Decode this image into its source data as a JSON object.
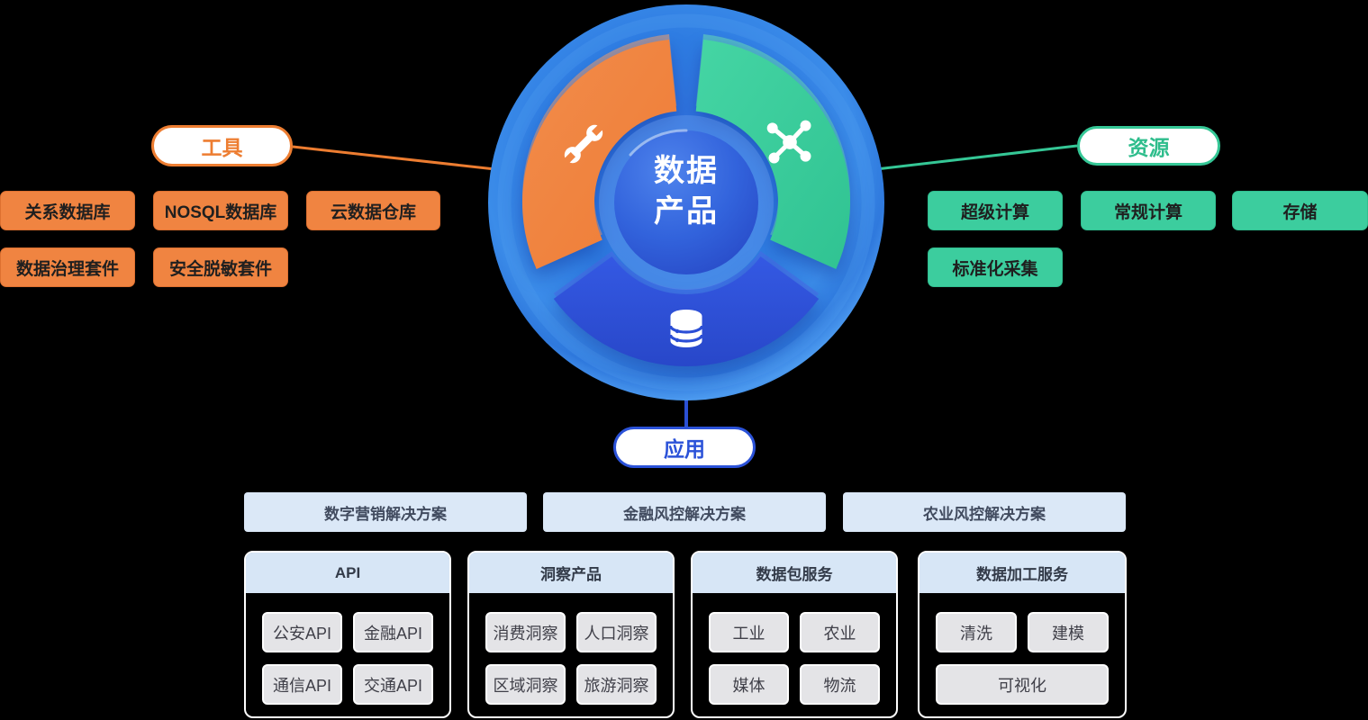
{
  "page": {
    "background": "#000000"
  },
  "hub": {
    "title_line1": "数据",
    "title_line2": "产品",
    "segment_colors": {
      "tools": "#F08441",
      "resources": "#3CCD9E",
      "applications": "#2C52DC"
    },
    "icons": [
      "wrench-icon",
      "network-icon",
      "database-icon"
    ]
  },
  "tools": {
    "label": "工具",
    "accent": "#ED7D31",
    "items": [
      "关系数据库",
      "NOSQL数据库",
      "云数据仓库",
      "数据治理套件",
      "安全脱敏套件"
    ]
  },
  "resources": {
    "label": "资源",
    "accent": "#35C796",
    "items": [
      "超级计算",
      "常规计算",
      "存储",
      "标准化采集"
    ]
  },
  "applications": {
    "label": "应用",
    "accent": "#2B52D8",
    "solutions": [
      "数字营销解决方案",
      "金融风控解决方案",
      "农业风控解决方案"
    ],
    "groups": [
      {
        "title": "API",
        "items": [
          "公安API",
          "金融API",
          "通信API",
          "交通API"
        ]
      },
      {
        "title": "洞察产品",
        "items": [
          "消费洞察",
          "人口洞察",
          "区域洞察",
          "旅游洞察"
        ]
      },
      {
        "title": "数据包服务",
        "items": [
          "工业",
          "农业",
          "媒体",
          "物流"
        ]
      },
      {
        "title": "数据加工服务",
        "items": [
          "清洗",
          "建模",
          "可视化"
        ]
      }
    ]
  }
}
